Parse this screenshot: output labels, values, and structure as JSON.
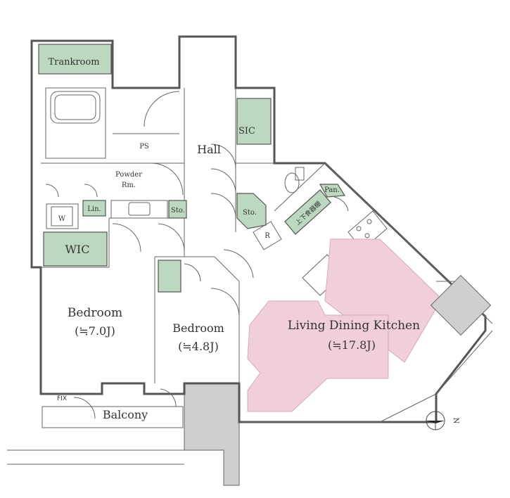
{
  "colors": {
    "storage": "#bcd9c0",
    "ldk_furniture": "#f1cfd8",
    "shaft": "#cfcfcf",
    "wall": "#555555"
  },
  "rooms": {
    "trankroom": "Trankroom",
    "hall": "Hall",
    "sic": "SIC",
    "ps": "PS",
    "powder_line1": "Powder",
    "powder_line2": "Rm.",
    "washer": "W",
    "linen": "Lin.",
    "storage_left": "Sto.",
    "storage_right": "Sto.",
    "wic": "WIC",
    "refrigerator": "R",
    "pantry": "Pan.",
    "cabinet": "上下食器棚",
    "bedroom1": "Bedroom",
    "bedroom1_size": "(≒7.0J)",
    "bedroom2": "Bedroom",
    "bedroom2_size": "(≒4.8J)",
    "ldk": "Living Dining Kitchen",
    "ldk_size": "(≒17.8J)",
    "balcony": "Balcony",
    "fix": "FIX"
  },
  "compass": {
    "north": "N"
  },
  "icons": [
    "compass-icon",
    "stove-icon",
    "sink-icon",
    "bathtub-icon",
    "toilet-icon",
    "washbasin-icon"
  ]
}
